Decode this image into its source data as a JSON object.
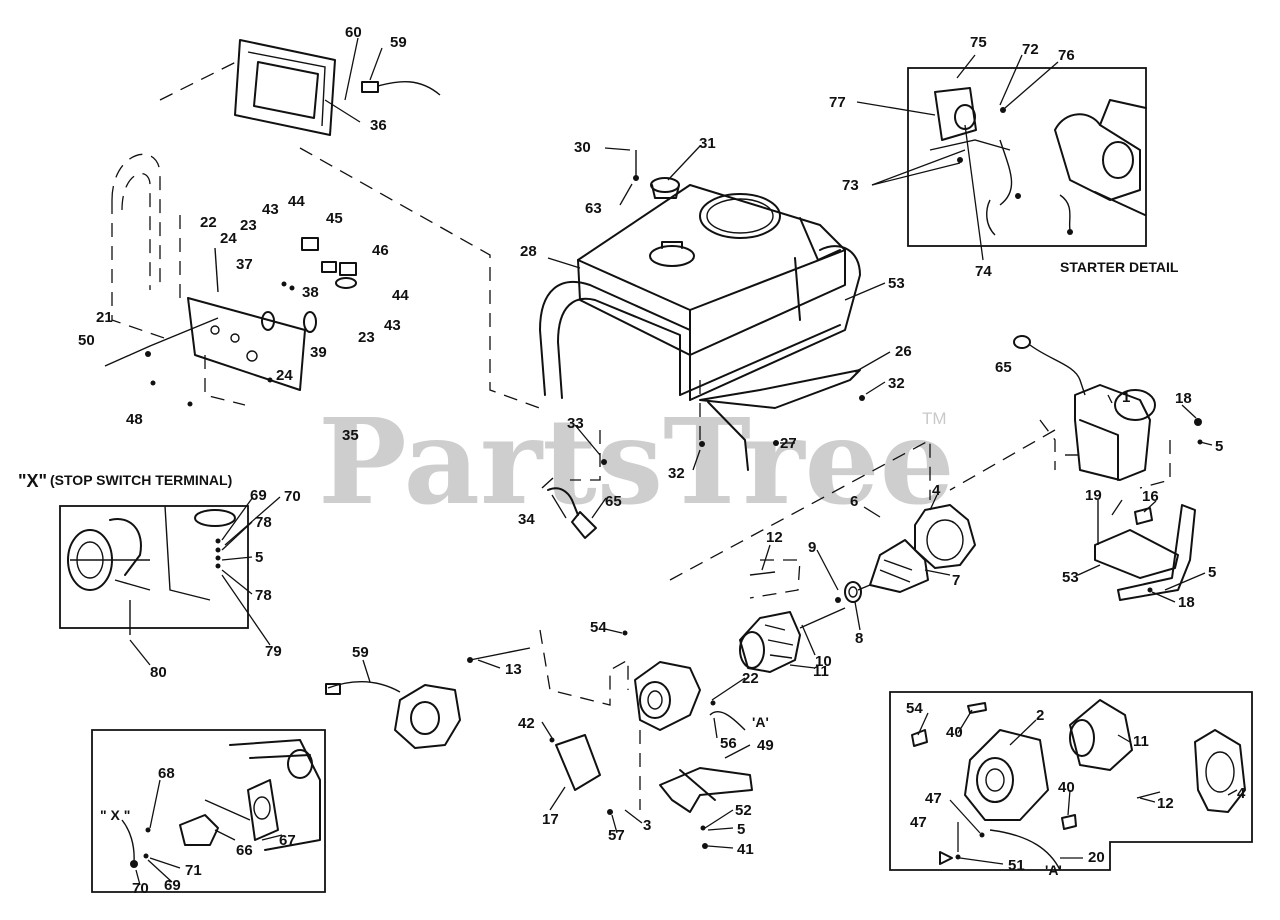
{
  "watermark": {
    "text": "PartsTree",
    "trademark": "TM"
  },
  "captions": {
    "starter_detail": "STARTER DETAIL",
    "stop_switch_terminal": "(STOP SWITCH TERMINAL)",
    "x_mark": "\"X\"",
    "small_x": "\" X \"",
    "ref_a_1": "'A'",
    "ref_a_2": "'A'"
  },
  "callouts": [
    {
      "text": "60"
    },
    {
      "text": "59"
    },
    {
      "text": "36"
    },
    {
      "text": "21"
    },
    {
      "text": "22"
    },
    {
      "text": "24"
    },
    {
      "text": "23"
    },
    {
      "text": "43"
    },
    {
      "text": "44"
    },
    {
      "text": "45"
    },
    {
      "text": "46"
    },
    {
      "text": "37"
    },
    {
      "text": "50"
    },
    {
      "text": "38"
    },
    {
      "text": "44"
    },
    {
      "text": "43"
    },
    {
      "text": "23"
    },
    {
      "text": "39"
    },
    {
      "text": "24"
    },
    {
      "text": "48"
    },
    {
      "text": "35"
    },
    {
      "text": "30"
    },
    {
      "text": "31"
    },
    {
      "text": "63"
    },
    {
      "text": "28"
    },
    {
      "text": "53"
    },
    {
      "text": "26"
    },
    {
      "text": "32"
    },
    {
      "text": "27"
    },
    {
      "text": "33"
    },
    {
      "text": "32"
    },
    {
      "text": "34"
    },
    {
      "text": "65"
    },
    {
      "text": "75"
    },
    {
      "text": "72"
    },
    {
      "text": "76"
    },
    {
      "text": "77"
    },
    {
      "text": "73"
    },
    {
      "text": "74"
    },
    {
      "text": "65"
    },
    {
      "text": "1"
    },
    {
      "text": "18"
    },
    {
      "text": "5"
    },
    {
      "text": "19"
    },
    {
      "text": "16"
    },
    {
      "text": "53"
    },
    {
      "text": "5"
    },
    {
      "text": "18"
    },
    {
      "text": "4"
    },
    {
      "text": "6"
    },
    {
      "text": "7"
    },
    {
      "text": "9"
    },
    {
      "text": "8"
    },
    {
      "text": "10"
    },
    {
      "text": "12"
    },
    {
      "text": "11"
    },
    {
      "text": "54"
    },
    {
      "text": "13"
    },
    {
      "text": "22"
    },
    {
      "text": "42"
    },
    {
      "text": "56"
    },
    {
      "text": "49"
    },
    {
      "text": "17"
    },
    {
      "text": "57"
    },
    {
      "text": "3"
    },
    {
      "text": "52"
    },
    {
      "text": "5"
    },
    {
      "text": "41"
    },
    {
      "text": "69"
    },
    {
      "text": "70"
    },
    {
      "text": "78"
    },
    {
      "text": "5"
    },
    {
      "text": "78"
    },
    {
      "text": "79"
    },
    {
      "text": "80"
    },
    {
      "text": "59"
    },
    {
      "text": "68"
    },
    {
      "text": "71"
    },
    {
      "text": "70"
    },
    {
      "text": "69"
    },
    {
      "text": "66"
    },
    {
      "text": "67"
    },
    {
      "text": "54"
    },
    {
      "text": "40"
    },
    {
      "text": "2"
    },
    {
      "text": "11"
    },
    {
      "text": "4"
    },
    {
      "text": "40"
    },
    {
      "text": "12"
    },
    {
      "text": "47"
    },
    {
      "text": "47"
    },
    {
      "text": "51"
    },
    {
      "text": "20"
    }
  ]
}
